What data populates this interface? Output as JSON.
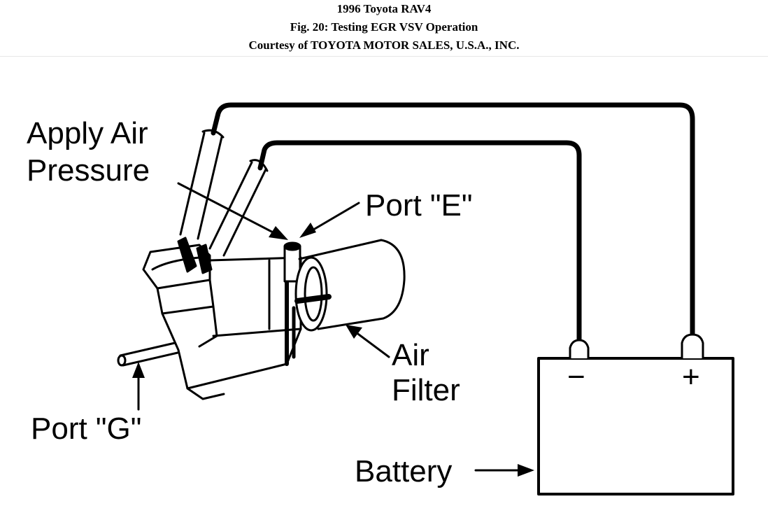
{
  "caption": {
    "line1": "1996 Toyota RAV4",
    "line2": "Fig. 20: Testing EGR VSV Operation",
    "line3": "Courtesy of TOYOTA MOTOR SALES, U.S.A., INC."
  },
  "labels": {
    "apply_line1": "Apply Air",
    "apply_line2": "Pressure",
    "port_e": "Port \"E\"",
    "air_line1": "Air",
    "air_line2": "Filter",
    "port_g": "Port \"G\"",
    "battery": "Battery",
    "minus": "−",
    "plus": "+"
  }
}
